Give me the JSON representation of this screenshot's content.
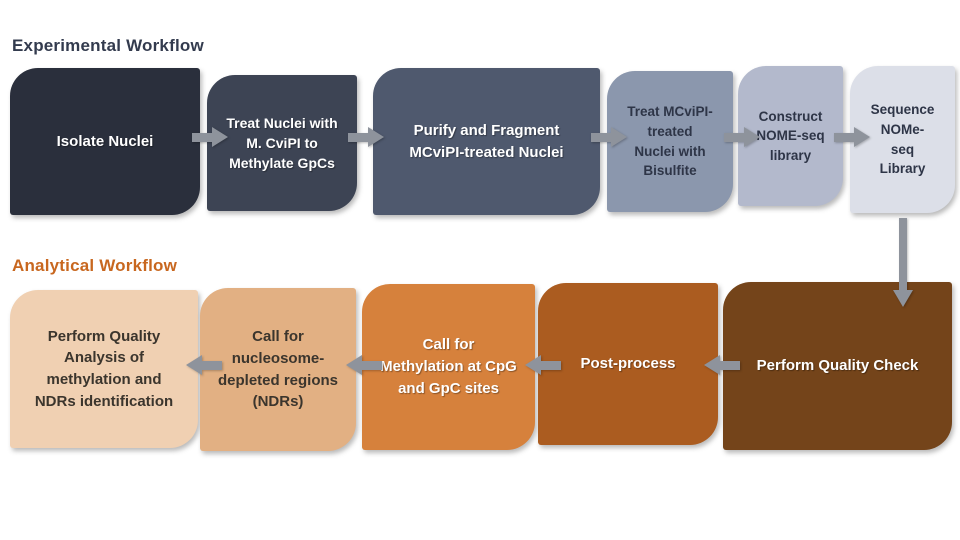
{
  "diagram": {
    "arrow_color": "#8e939c",
    "experimental": {
      "title": "Experimental Workflow",
      "title_color": "#333b4e",
      "flow_direction": "left-to-right",
      "steps": [
        {
          "label": "Isolate Nuclei",
          "bg": "#2a2f3c",
          "fg": "#ffffff"
        },
        {
          "label": "Treat Nuclei with\nM. CviPI to\nMethylate GpCs",
          "bg": "#3d4454",
          "fg": "#ffffff"
        },
        {
          "label": "Purify and Fragment\nMCviPI-treated Nuclei",
          "bg": "#4f596e",
          "fg": "#ffffff"
        },
        {
          "label": "Treat MCviPI-\ntreated\nNuclei with\nBisulfite",
          "bg": "#8b97ad",
          "fg": "#2e3547"
        },
        {
          "label": "Construct\nNOME-seq\nlibrary",
          "bg": "#b3b9cc",
          "fg": "#2e3547"
        },
        {
          "label": "Sequence\nNOMe-\nseq\nLibrary",
          "bg": "#dcdfe8",
          "fg": "#2e3547"
        }
      ]
    },
    "analytical": {
      "title": "Analytical Workflow",
      "title_color": "#c8671f",
      "flow_direction": "right-to-left",
      "steps": [
        {
          "label": "Perform Quality\nAnalysis of\nmethylation and\nNDRs identification",
          "bg": "#f0d0b2",
          "fg": "#3b352d"
        },
        {
          "label": "Call for\nnucleosome-\ndepleted regions\n(NDRs)",
          "bg": "#e2b083",
          "fg": "#3b352d"
        },
        {
          "label": "Call for\nMethylation at CpG\nand GpC sites",
          "bg": "#d6813c",
          "fg": "#ffffff"
        },
        {
          "label": "Post-process",
          "bg": "#ab5c20",
          "fg": "#ffffff"
        },
        {
          "label": "Perform Quality Check",
          "bg": "#74441a",
          "fg": "#ffffff"
        }
      ]
    }
  }
}
